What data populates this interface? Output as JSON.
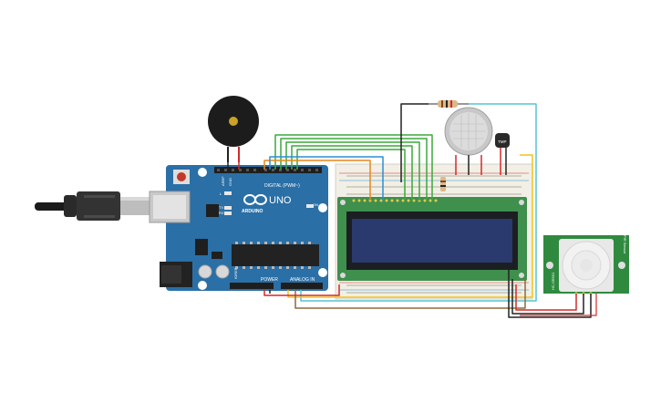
{
  "arduino": {
    "brand": "ARDUINO",
    "model": "UNO",
    "digital_label": "DIGITAL (PWM~)",
    "power_label": "POWER",
    "analog_label": "ANALOG IN",
    "on_label": "ON",
    "tx_label": "TX",
    "rx_label": "RX",
    "l_label": "L",
    "aref_label": "AREF",
    "gnd_label": "GND",
    "ioref_label": "IOREF"
  },
  "temp_sensor": {
    "label": "TMP"
  },
  "pir": {
    "label_left": "HC-SR501",
    "label_right": "PIR Sensor"
  },
  "colors": {
    "board": "#2a6fa6",
    "breadboard": "#f1efe6",
    "lcd_pcb": "#3f8f4d",
    "lcd_screen": "#2b3a6e",
    "pir_pcb": "#2f8a3f",
    "wire_green": "#3ba83b",
    "wire_red": "#d22a2a",
    "wire_black": "#222222",
    "wire_orange": "#e8871c",
    "wire_blue": "#2d8fd1",
    "wire_yellow": "#f2c21b",
    "wire_cyan": "#56c3d6",
    "wire_brown": "#8a6b3f"
  }
}
